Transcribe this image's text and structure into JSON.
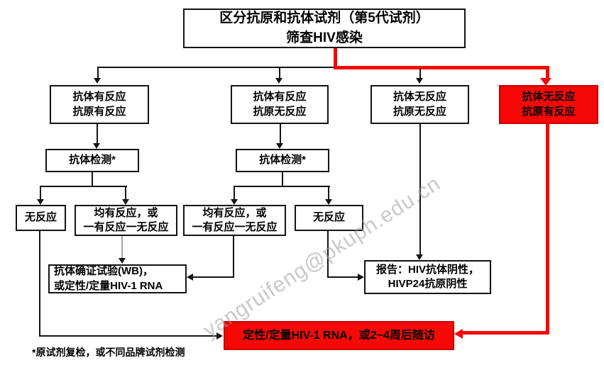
{
  "colors": {
    "accent_red": "#f50806",
    "red_border": "#c90000",
    "line_black": "#141414",
    "watermark_gray": "#9e9e9e"
  },
  "watermark": "yangruifeng@pkuph.edu.cn",
  "footnote": "*原试剂复检，或不同品牌试剂检测",
  "nodes": {
    "title": {
      "line1": "区分抗原和抗体试剂（第5代试剂）",
      "line2": "筛查HIV感染"
    },
    "ab_pos_ag_pos": {
      "line1": "抗体有反应",
      "line2": "抗原有反应"
    },
    "ab_pos_ag_neg": {
      "line1": "抗体有反应",
      "line2": "抗原无反应"
    },
    "ab_neg_ag_neg": {
      "line1": "抗体无反应",
      "line2": "抗原无反应"
    },
    "ab_neg_ag_pos": {
      "line1": "抗体无反应",
      "line2": "抗原有反应"
    },
    "ab_test_1": {
      "line1": "抗体检测*"
    },
    "ab_test_2": {
      "line1": "抗体检测*"
    },
    "no_reaction_1": {
      "line1": "无反应"
    },
    "both_reactive_1": {
      "line1": "均有反应，或",
      "line2": "一有反应一无反应"
    },
    "both_reactive_2": {
      "line1": "均有反应，或",
      "line2": "一有反应一无反应"
    },
    "no_reaction_2": {
      "line1": "无反应"
    },
    "wb_confirm": {
      "line1": "抗体确证试验(WB)，",
      "line2": "或定性/定量HIV-1 RNA"
    },
    "report_negative": {
      "line1": "报告：HIV抗体阴性，",
      "line2": "HIVP24抗原阴性"
    },
    "rna_followup": {
      "line1": "定性/定量HIV-1 RNA，或2~4周后随访"
    }
  }
}
